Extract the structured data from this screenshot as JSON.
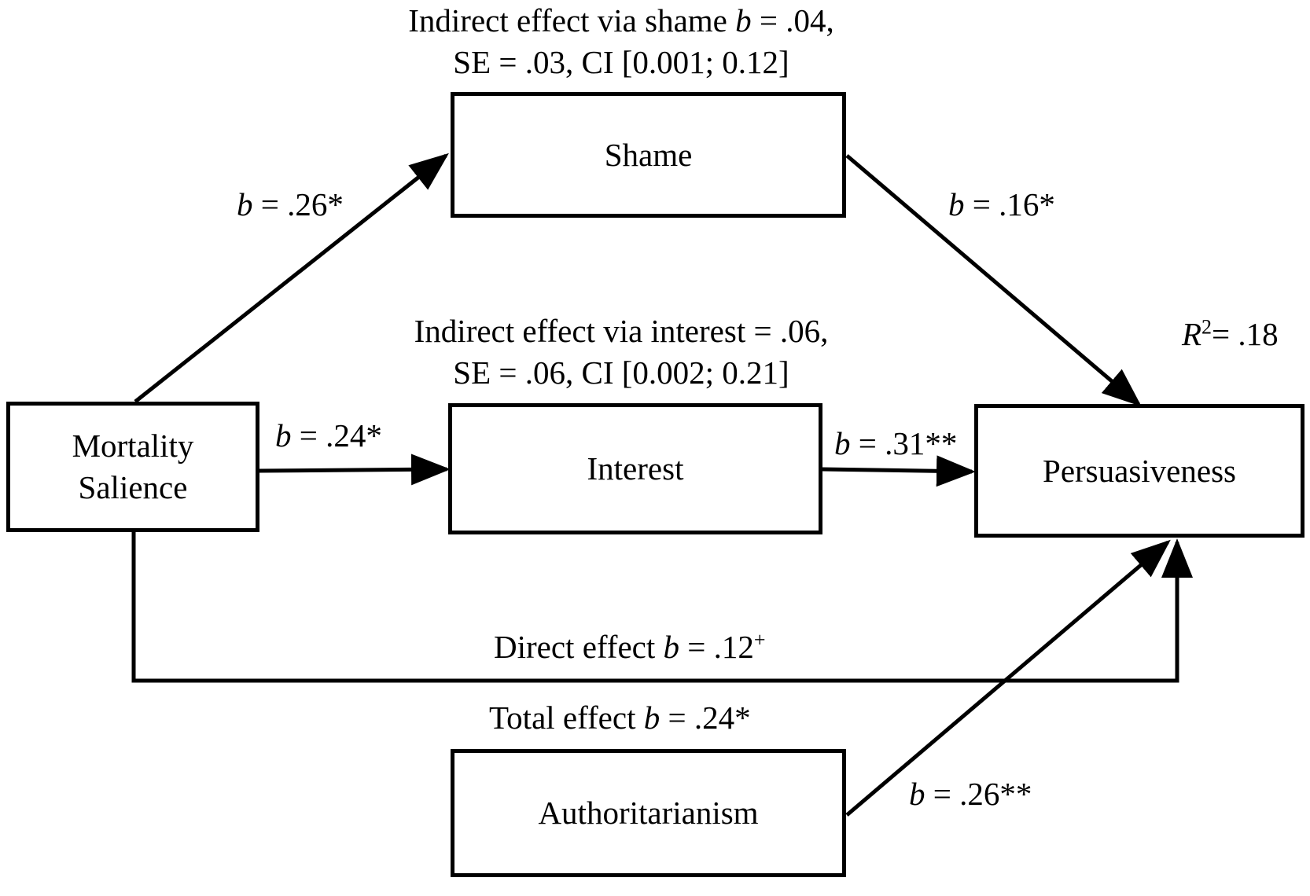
{
  "nodes": {
    "shame": "Shame",
    "mortality_line1": "Mortality",
    "mortality_line2": "Salience",
    "interest": "Interest",
    "persuasiveness": "Persuasiveness",
    "authoritarianism": "Authoritarianism"
  },
  "labels": {
    "indirect_shame": {
      "line1_prefix": "Indirect effect via shame ",
      "b": "b",
      "line1_suffix": " = .04,",
      "line2": "SE = .03, CI [0.001; 0.12]"
    },
    "indirect_interest": {
      "line1": "Indirect effect via interest = .06,",
      "line2": "SE = .06, CI [0.002; 0.21]"
    },
    "ms_to_shame": {
      "b": "b",
      "value": " = .26*"
    },
    "shame_to_persuasiveness": {
      "b": "b",
      "value": " = .16*"
    },
    "ms_to_interest": {
      "b": "b",
      "value": " = .24*"
    },
    "interest_to_persuasiveness": {
      "b": "b",
      "value": " = .31**"
    },
    "r_squared": {
      "r": "R",
      "sup": "2",
      "value": "= .18"
    },
    "direct_effect": {
      "prefix": "Direct effect ",
      "b": "b",
      "value": " = .12",
      "sup": "+"
    },
    "total_effect": {
      "prefix": "Total effect ",
      "b": "b",
      "value": " = .24*"
    },
    "authoritarianism_to_persuasiveness": {
      "b": "b",
      "value": " = .26**"
    }
  }
}
